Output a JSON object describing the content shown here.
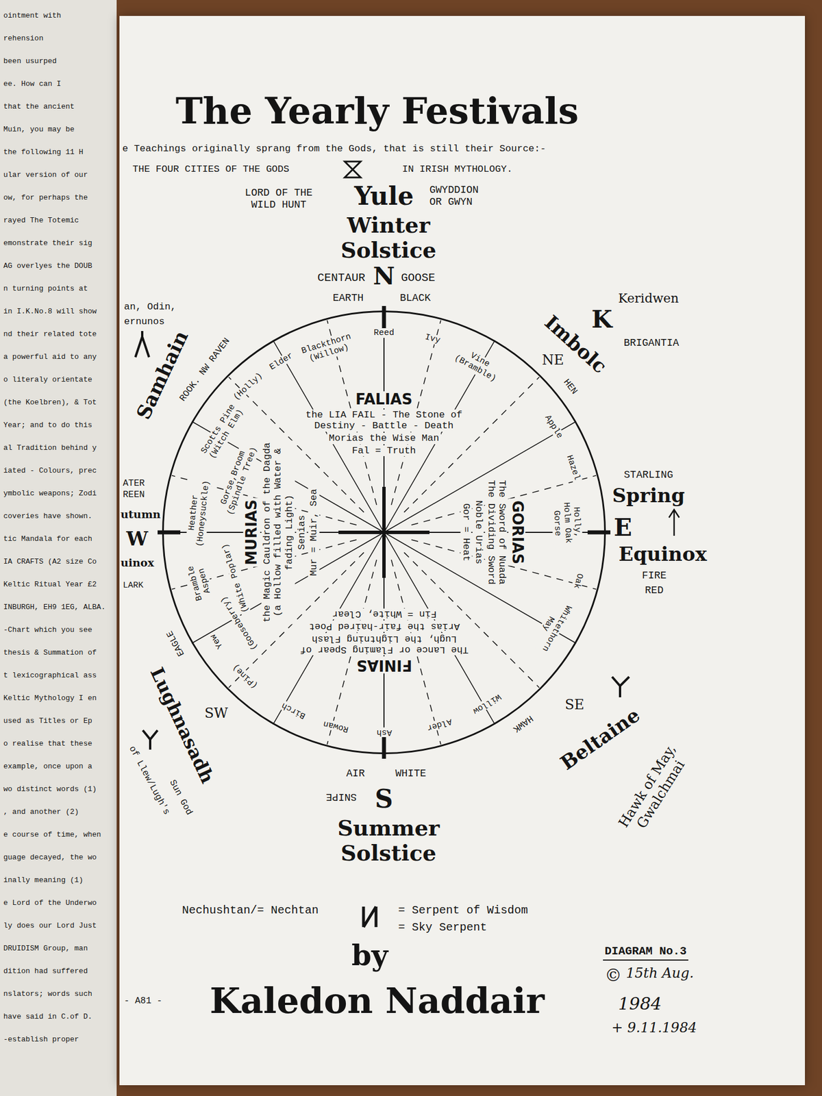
{
  "diagram": {
    "title": "The Yearly Festivals",
    "nodes": [
      {
        "text": [
          "Reed",
          "Ivy",
          "Vine (Bramble)",
          "Apple",
          "Hazel",
          "Holly, Holm Oak Gorse",
          "Oak",
          "Whitethorn May",
          "Willow",
          "Alder",
          "Ash",
          "Rowan",
          "Birch",
          "(Pine)",
          "Yew",
          "(Gooseberry)",
          "Bramble Aspen",
          "Heather (Honeysuckle)",
          "(White Poplar)",
          "Gorse,Broom (Spindle Tree)",
          "Scotts Pine (Witch Elm)",
          "(Holly)",
          "Elder",
          "Blackthorn (Willow)",
          "FALIAS",
          "the LIA FAIL - The Stone of Destiny - Battle - Death",
          "Morias the Wise Man",
          "Fal = Truth",
          "GORIAS",
          "The Sword of Nuada The Dividing Sword",
          "Noble Urias",
          "Gor = Heat",
          "FINIAS",
          "The Lance or Flaming Spear of Lugh, the Lightning Flash",
          "Arias the fair-haired Poet",
          "Fin = White, Clear",
          "MURIAS",
          "the Magic Cauldron of the Dagda (a Hollow filled with Water & fading Light)",
          "Senias",
          "Mur = Muir, Sea"
        ]
      }
    ],
    "labels": [
      "e Teachings originally sprang from the Gods, that is still their Source:-",
      "THE FOUR CITIES OF THE GODS",
      "IN IRISH MYTHOLOGY.",
      "LORD OF THE WILD HUNT",
      "Yule",
      "GWYDDION OR GWYN",
      "Winter Solstice",
      "CENTAUR",
      "N",
      "GOOSE",
      "EARTH",
      "BLACK",
      "Keridwen",
      "K",
      "Imbolc",
      "NE",
      "BRIGANTIA",
      "HEN",
      "STARLING",
      "Spring",
      "E",
      "Equinox",
      "FIRE",
      "RED",
      "SE",
      "Beltaine",
      "Hawk of May, Gwalchmai",
      "HAWK",
      "AIR",
      "WHITE",
      "SNIPE",
      "S",
      "Summer Solstice",
      "Nechushtan/= Nechtan",
      "= Serpent of Wisdom",
      "= Sky Serpent",
      "by",
      "Kaledon Naddair",
      "DIAGRAM No.3",
      "©",
      "15th Aug.",
      "1984",
      "+ 9.11.1984",
      "- A81 -",
      "an, Odin,",
      "ernunos",
      "Samhain",
      "ROOK. NW RAVEN",
      "ATER",
      "REEN",
      "utumn",
      "W",
      "uinox",
      "LARK",
      "EAGLE",
      "SW",
      "Lughnasadh",
      "of Llew/Lugh's",
      "Sun God",
      "ointment with",
      "rehension",
      "been usurped",
      "ee. How can I",
      "that the ancient",
      "Muin, you may be",
      "the following 11 H",
      "ular version of our",
      "ow, for perhaps the",
      "rayed The Totemic",
      "emonstrate their sig",
      "AG overlyes the DOUB",
      "n turning points at",
      "in I.K.No.8 will show",
      "nd their related tote",
      "a powerful aid to any",
      "o literaly orientate",
      "(the Koelbren), & Tot",
      "Year; and to do this",
      "al Tradition behind y",
      "iated - Colours, prec",
      "ymbolic weapons; Zodi",
      "coveries have shown.",
      "tic Mandala for each",
      "IA CRAFTS (A2 size Co",
      "Keltic Ritual Year £2",
      "INBURGH, EH9 1EG, ALBA.",
      "-Chart which you see",
      "thesis & Summation of",
      "t lexicographical ass",
      "Keltic Mythology I en",
      "used as Titles or Ep",
      "o realise that these",
      "example, once upon a",
      "wo distinct words (1)",
      ", and another (2)",
      "e course of time, when",
      "guage decayed, the wo",
      "inally meaning (1)",
      "e Lord of the Underwo",
      "ly does our Lord Just",
      "DRUIDISM Group, man",
      "dition had suffered",
      "nslators; words such",
      "have said in C.of D.",
      "-establish proper"
    ]
  }
}
